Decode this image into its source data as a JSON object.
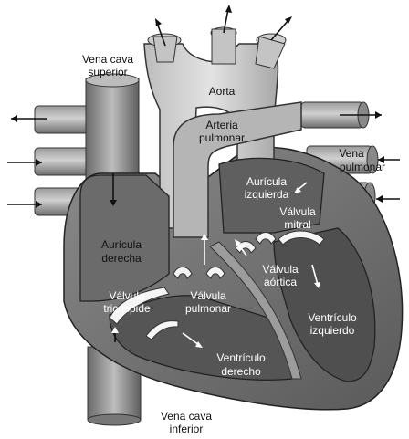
{
  "diagram": {
    "labels": {
      "vena_cava_superior_1": "Vena cava",
      "vena_cava_superior_2": "superior",
      "aorta": "Aorta",
      "arteria_pulmonar_1": "Arteria",
      "arteria_pulmonar_2": "pulmonar",
      "vena_pulmonar_1": "Vena",
      "vena_pulmonar_2": "pulmonar",
      "auricula_izquierda_1": "Aurícula",
      "auricula_izquierda_2": "izquierda",
      "valvula_mitral_1": "Válvula",
      "valvula_mitral_2": "mitral",
      "auricula_derecha_1": "Aurícula",
      "auricula_derecha_2": "derecha",
      "valvula_aortica_1": "Válvula",
      "valvula_aortica_2": "aórtica",
      "valvula_tricuspide_1": "Válvula",
      "valvula_tricuspide_2": "tricúspide",
      "valvula_pulmonar_1": "Válvula",
      "valvula_pulmonar_2": "pulmonar",
      "ventriculo_izquierdo_1": "Ventrículo",
      "ventriculo_izquierdo_2": "izquierdo",
      "ventriculo_derecho_1": "Ventrículo",
      "ventriculo_derecho_2": "derecho",
      "vena_cava_inferior_1": "Vena cava",
      "vena_cava_inferior_2": "inferior"
    }
  }
}
